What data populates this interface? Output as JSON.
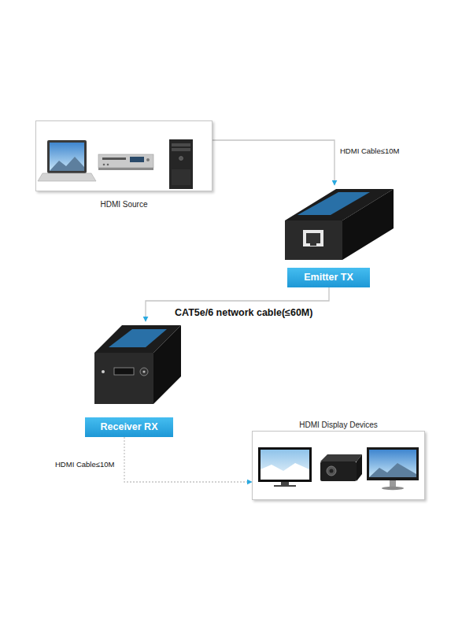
{
  "diagram": {
    "nodes": [
      {
        "text": [
          "HDMI Source"
        ]
      },
      {
        "text": [
          "Emitter TX"
        ]
      },
      {
        "text": [
          "Receiver RX"
        ]
      },
      {
        "text": [
          "HDMI Display Devices"
        ]
      }
    ],
    "edges": [
      {
        "from": 0,
        "to": 1,
        "label": "HDMI Cable≤10M",
        "arrow": "to"
      },
      {
        "from": 1,
        "to": 2,
        "label": "CAT5e/6 network cable(≤60M)",
        "arrow": "to"
      },
      {
        "from": 2,
        "to": 3,
        "label": "HDMI Cable≤10M",
        "arrow": "to"
      }
    ]
  }
}
